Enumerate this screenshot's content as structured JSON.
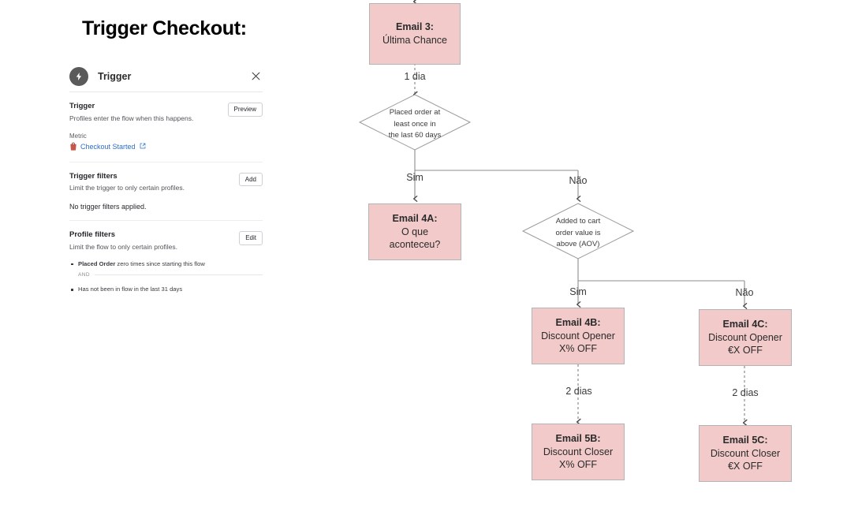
{
  "page": {
    "title": "Trigger Checkout:"
  },
  "trigger_card": {
    "icon": "bolt-icon",
    "header_title": "Trigger",
    "close_icon": "close-icon",
    "sections": {
      "trigger": {
        "title": "Trigger",
        "subtitle": "Profiles enter the flow when this happens.",
        "button": "Preview",
        "metric_label": "Metric",
        "metric_value": "Checkout Started",
        "metric_source_icon": "shopify-bag-icon",
        "metric_external_icon": "external-link-icon"
      },
      "trigger_filters": {
        "title": "Trigger filters",
        "subtitle": "Limit the trigger to only certain profiles.",
        "button": "Add",
        "empty_text": "No trigger filters applied."
      },
      "profile_filters": {
        "title": "Profile filters",
        "subtitle": "Limit the flow to only certain profiles.",
        "button": "Edit",
        "conjunction": "AND",
        "filters": [
          {
            "bold": "Placed Order",
            "rest": " zero times since starting this flow"
          },
          {
            "bold": "",
            "rest": "Has not been in flow in the last 31 days"
          }
        ]
      }
    }
  },
  "flow": {
    "colors": {
      "email_fill": "#F2CACA",
      "email_border": "#b4b4b4",
      "connector": "#8c8c8c",
      "diamond_border": "#9a9a9a"
    },
    "nodes": [
      {
        "id": "email3",
        "type": "email",
        "title": "Email 3:",
        "lines": [
          "Última Chance"
        ]
      },
      {
        "id": "cond1",
        "type": "diamond",
        "lines": [
          "Placed order at",
          "least once in",
          "the last 60 days"
        ]
      },
      {
        "id": "email4a",
        "type": "email",
        "title": "Email 4A:",
        "lines": [
          "O que",
          "aconteceu?"
        ]
      },
      {
        "id": "cond2",
        "type": "diamond",
        "lines": [
          "Added to cart",
          "order value is",
          "above (AOV)"
        ]
      },
      {
        "id": "email4b",
        "type": "email",
        "title": "Email 4B:",
        "lines": [
          "Discount Opener",
          "X% OFF"
        ]
      },
      {
        "id": "email4c",
        "type": "email",
        "title": "Email 4C:",
        "lines": [
          "Discount Opener",
          "€X OFF"
        ]
      },
      {
        "id": "email5b",
        "type": "email",
        "title": "Email 5B:",
        "lines": [
          "Discount Closer",
          "X% OFF"
        ]
      },
      {
        "id": "email5c",
        "type": "email",
        "title": "Email 5C:",
        "lines": [
          "Discount Closer",
          "€X OFF"
        ]
      }
    ],
    "edge_labels": {
      "delay_1dia": "1 dia",
      "cond1_yes": "Sim",
      "cond1_no": "Não",
      "cond2_yes": "Sim",
      "cond2_no": "Não",
      "delay_2dias_b": "2 dias",
      "delay_2dias_c": "2 dias"
    }
  }
}
